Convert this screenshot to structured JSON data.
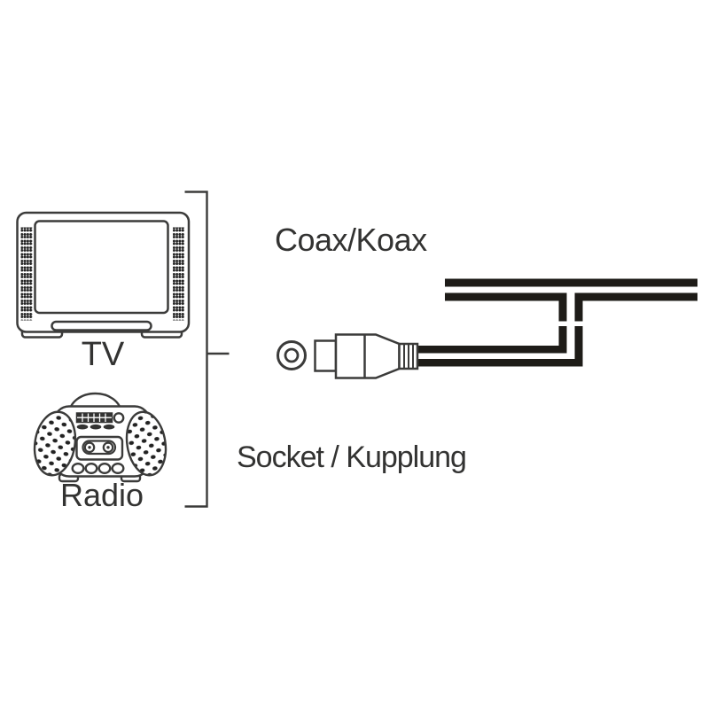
{
  "diagram": {
    "description": "Antenna coax adapter packaging diagram: TV and Radio devices bracketed to a coax socket coupling on a flat twin-lead antenna cable",
    "devices": {
      "tv_label": "TV",
      "radio_label": "Radio"
    },
    "cable": {
      "coax_label": "Coax/Koax",
      "socket_label": "Socket / Kupplung"
    },
    "icons": [
      "tv-illustration",
      "radio-illustration",
      "devices-bracket",
      "coax-socket-front-icon",
      "coax-coupling-side-icon",
      "antenna-cable-lines"
    ],
    "colors": {
      "background": "#ffffff",
      "outline": "#3b3b3a",
      "cable_black": "#1e1c18",
      "speaker_dots": "#222222",
      "text": "#333332"
    }
  }
}
